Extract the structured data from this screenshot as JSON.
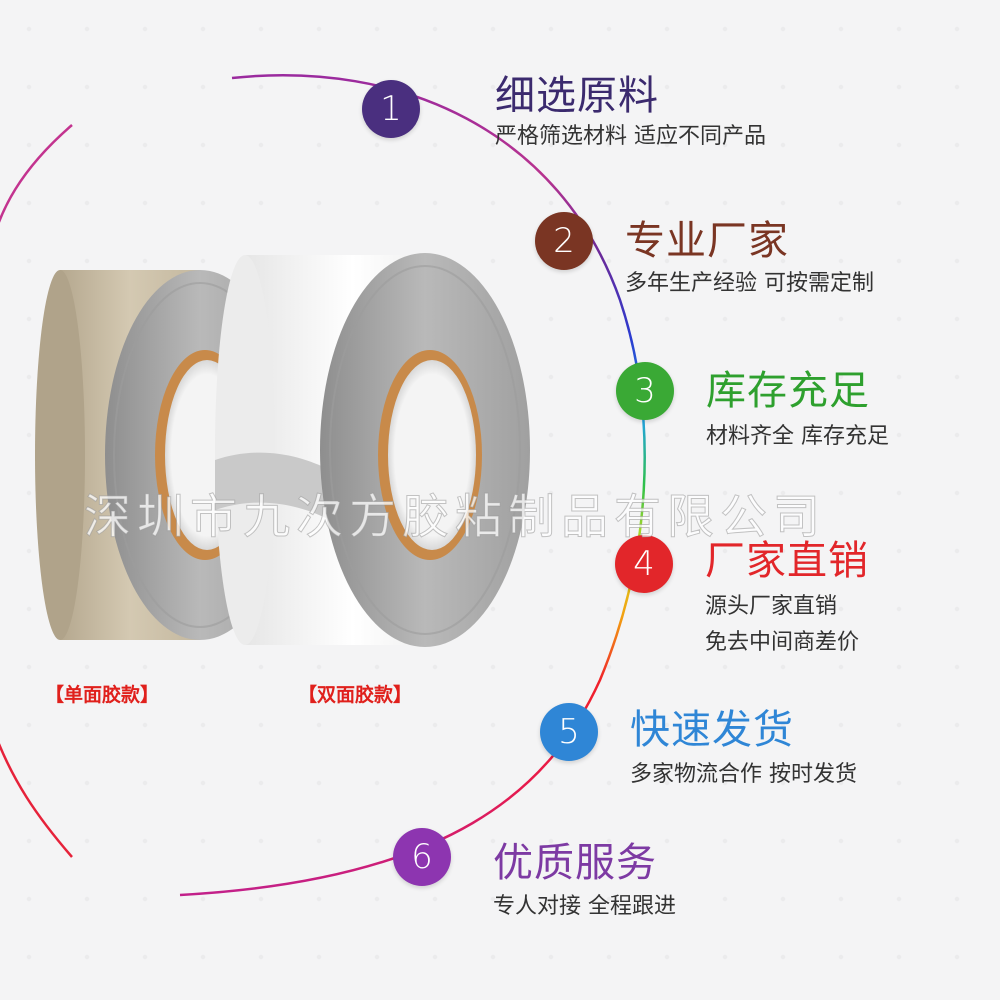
{
  "colors": {
    "feature_1": "#4a2f7f",
    "feature_2": "#7a3523",
    "feature_3": "#3aa935",
    "feature_4": "#e2262a",
    "feature_5": "#2f86d6",
    "feature_6": "#8d35b0",
    "title_1": "#3b2a6e",
    "title_2": "#7a3523",
    "title_3": "#2ea02e",
    "title_4": "#e2262a",
    "title_5": "#2f86d6",
    "title_6": "#7d3aa3",
    "variant_label": "#e0201c"
  },
  "features": [
    {
      "number": "1",
      "title": "细选原料",
      "desc": [
        "严格筛选材料 适应不同产品"
      ]
    },
    {
      "number": "2",
      "title": "专业厂家",
      "desc": [
        "多年生产经验 可按需定制"
      ]
    },
    {
      "number": "3",
      "title": "库存充足",
      "desc": [
        "材料齐全 库存充足"
      ]
    },
    {
      "number": "4",
      "title": "厂家直销",
      "desc": [
        "源头厂家直销",
        "免去中间商差价"
      ]
    },
    {
      "number": "5",
      "title": "快速发货",
      "desc": [
        "多家物流合作 按时发货"
      ]
    },
    {
      "number": "6",
      "title": "优质服务",
      "desc": [
        "专人对接 全程跟进"
      ]
    }
  ],
  "products": {
    "single_label": "【单面胶款】",
    "double_label": "【双面胶款】"
  },
  "watermark": "深圳市九次方胶粘制品有限公司"
}
